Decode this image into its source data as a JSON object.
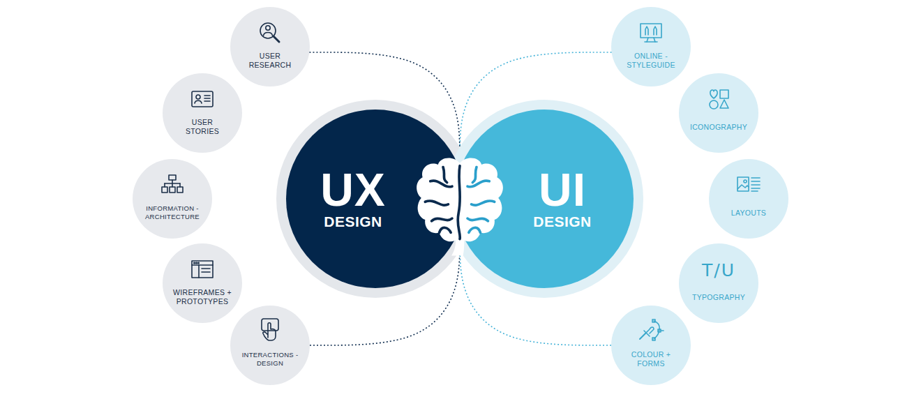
{
  "diagram": {
    "nodes": [
      {
        "text": [
          "USER RESEARCH"
        ]
      },
      {
        "text": [
          "USER STORIES"
        ]
      },
      {
        "text": [
          "INFORMATION - ARCHITECTURE"
        ]
      },
      {
        "text": [
          "WIREFRAMES + PROTOTYPES"
        ]
      },
      {
        "text": [
          "INTERACTIONS - DESIGN"
        ]
      },
      {
        "text": [
          "UX",
          "DESIGN"
        ]
      },
      {
        "text": [
          "UI",
          "DESIGN"
        ]
      },
      {
        "text": [
          "ONLINE - STYLEGUIDE"
        ]
      },
      {
        "text": [
          "ICONOGRAPHY"
        ]
      },
      {
        "text": [
          "LAYOUTS"
        ]
      },
      {
        "text": [
          "TYPOGRAPHY"
        ]
      },
      {
        "text": [
          "COLOUR + FORMS"
        ]
      }
    ],
    "edges": [
      {
        "from": 0,
        "to": 5,
        "arrow": "none"
      },
      {
        "from": 4,
        "to": 5,
        "arrow": "none"
      },
      {
        "from": 7,
        "to": 6,
        "arrow": "none"
      },
      {
        "from": 11,
        "to": 6,
        "arrow": "none"
      }
    ],
    "labels": [
      "T/U"
    ]
  }
}
